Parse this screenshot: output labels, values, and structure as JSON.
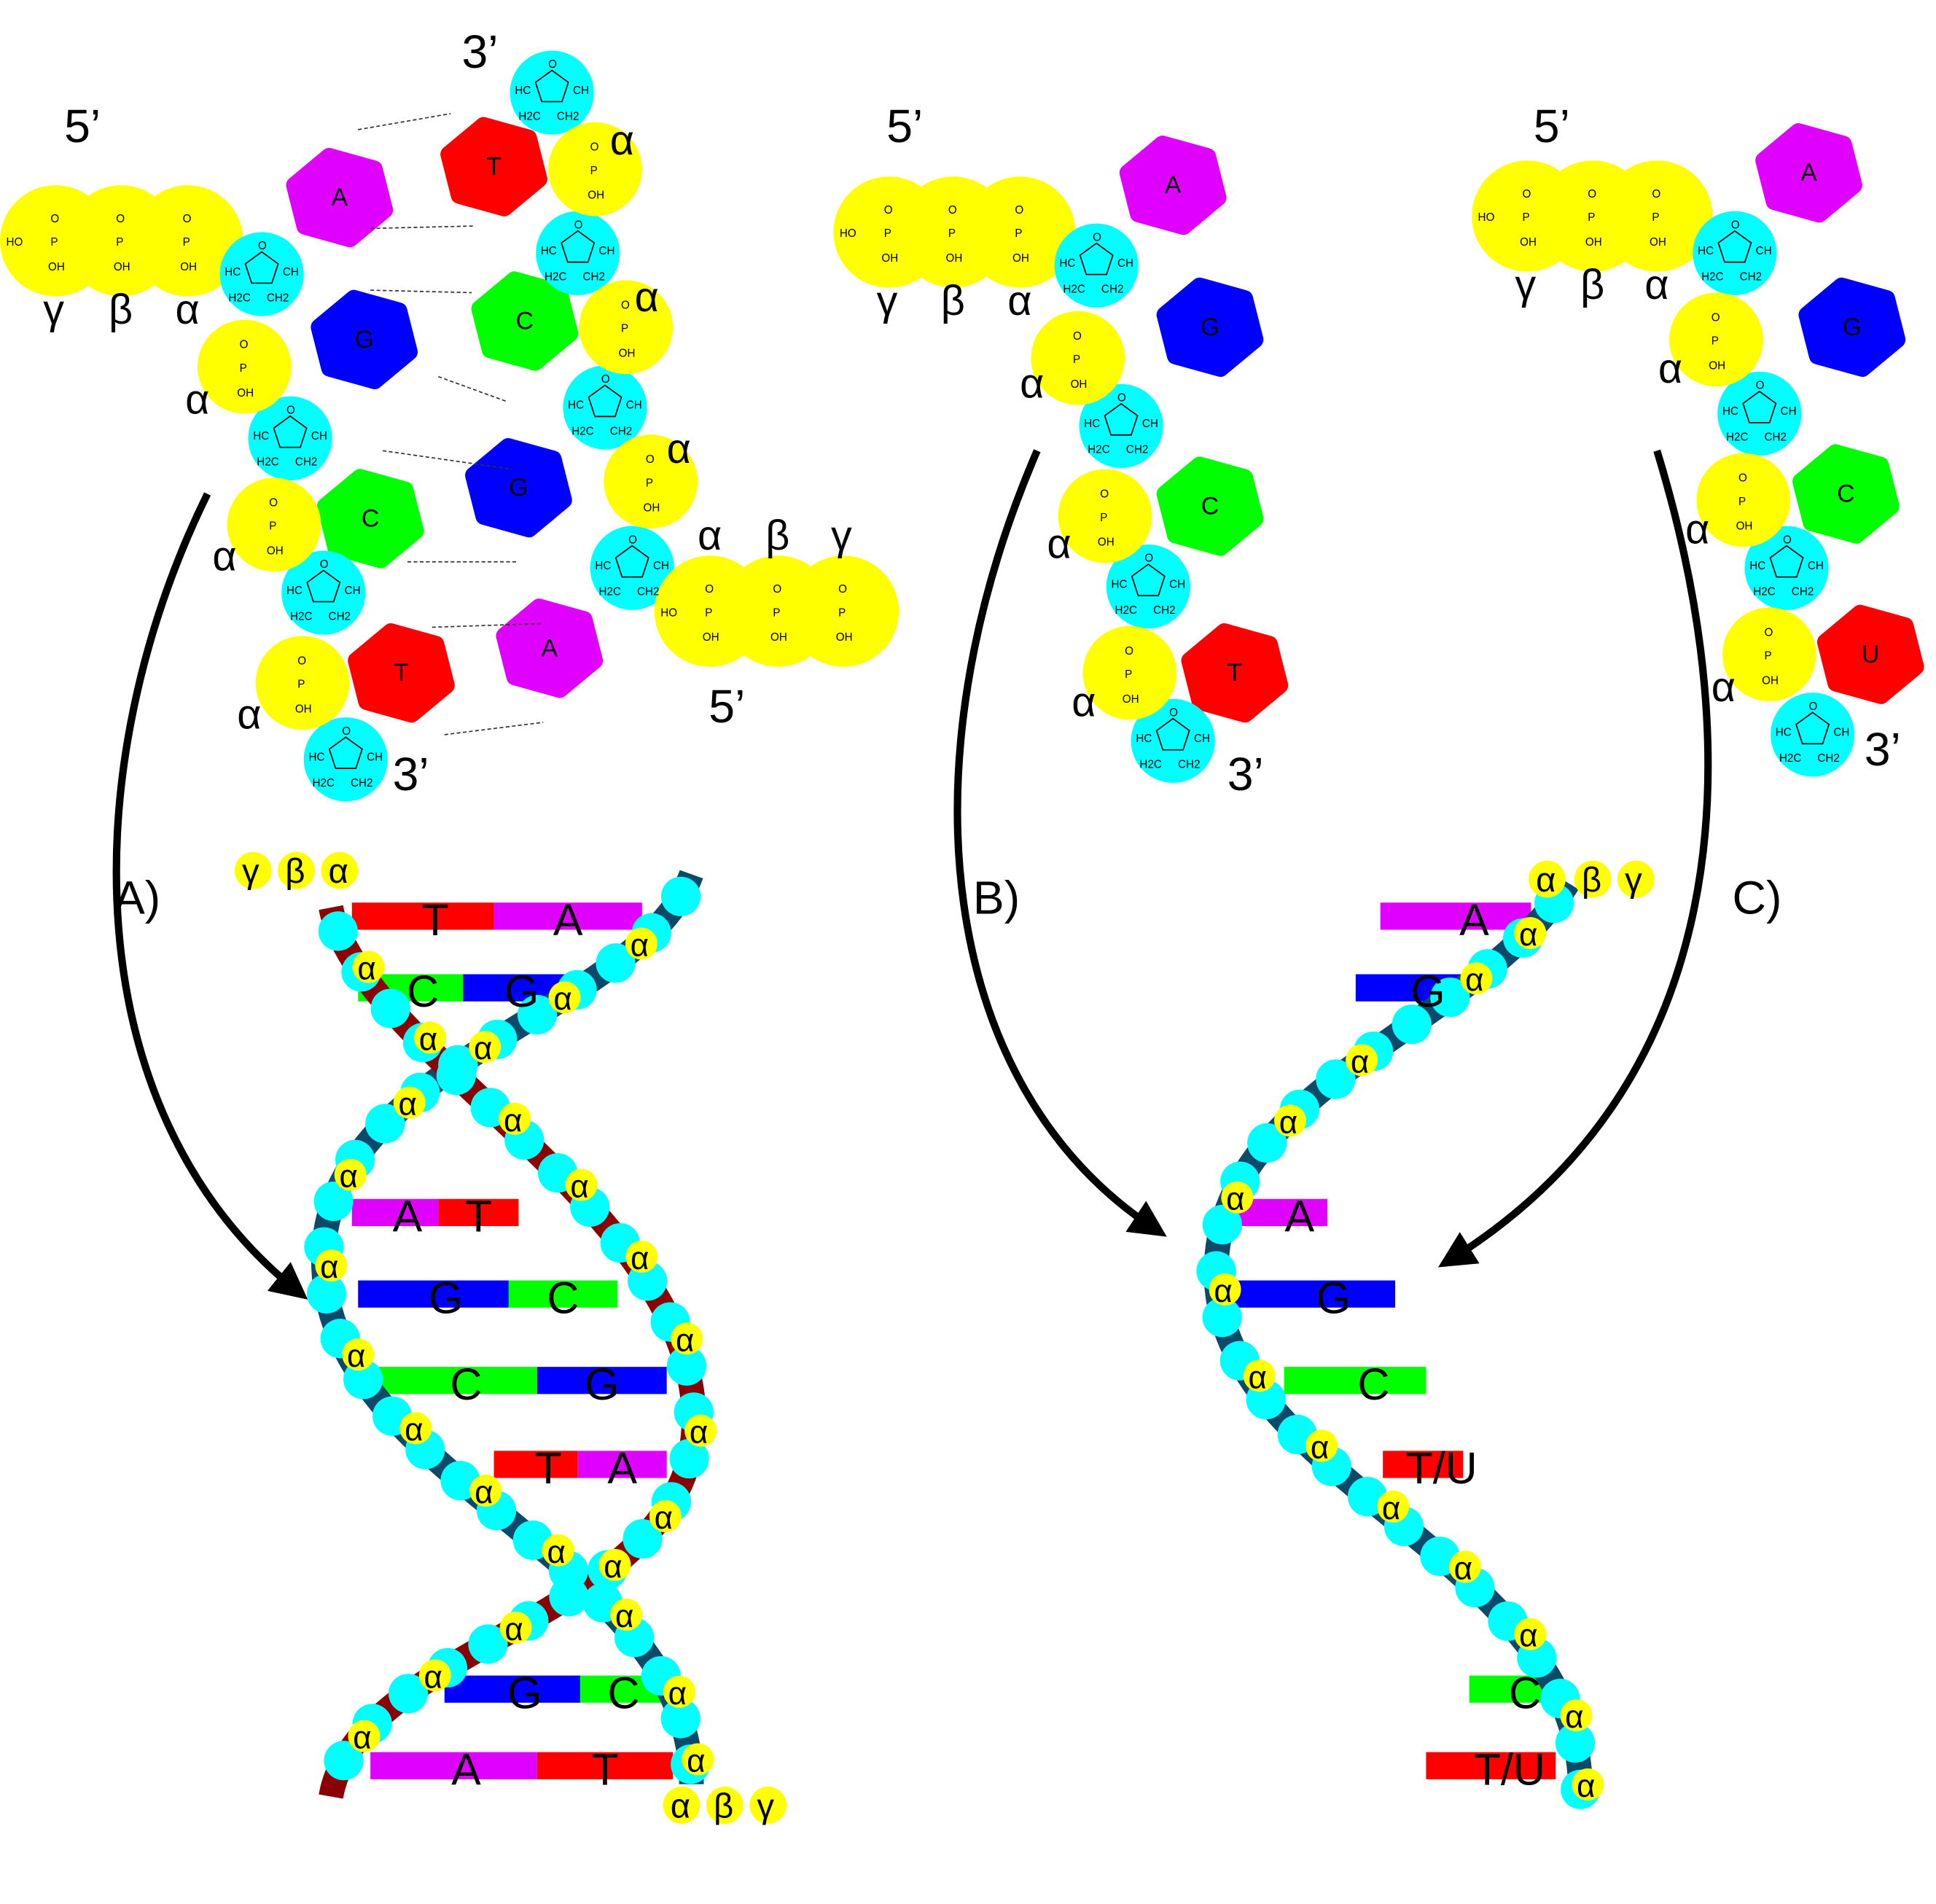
{
  "colors": {
    "phosphate": "#ffff00",
    "sugar": "#00ffff",
    "A": "#e000ff",
    "T": "#ff0000",
    "U": "#ff0000",
    "G": "#0000ff",
    "C": "#00ff00",
    "strand1": "#8b0000",
    "strand2": "#0d4a6a"
  },
  "greek": {
    "alpha": "α",
    "beta": "β",
    "gamma": "γ"
  },
  "ends": {
    "five": "5’",
    "three": "3’"
  },
  "panels": {
    "a": "A)",
    "b": "B)",
    "c": "C)"
  },
  "chem": {
    "phosphate": "P",
    "oh": "OH",
    "ho": "HO",
    "o": "O",
    "sugar_o": "O",
    "hc": "HC",
    "ch": "CH",
    "ch2": "CH2",
    "h2c": "H2C"
  },
  "bases": {
    "A": "A",
    "T": "T",
    "G": "G",
    "C": "C",
    "U": "U",
    "TU": "T/U"
  }
}
